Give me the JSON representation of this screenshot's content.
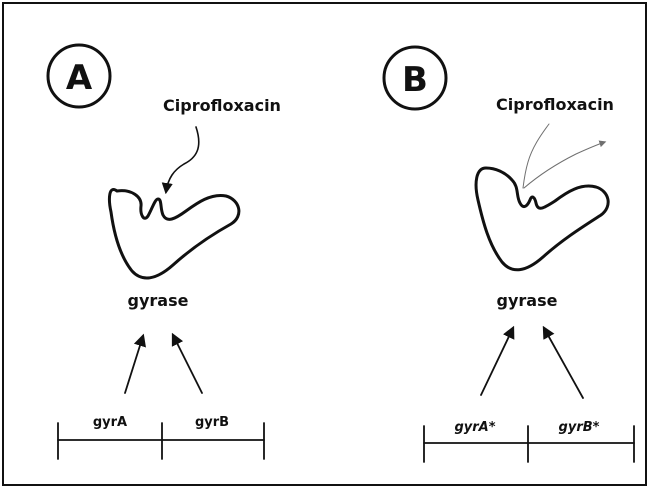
{
  "panels": {
    "a": {
      "label": "A",
      "drug": "Ciprofloxacin",
      "enzyme": "gyrase",
      "gene1": "gyrA",
      "gene2": "gyrB"
    },
    "b": {
      "label": "B",
      "drug": "Ciprofloxacin",
      "enzyme": "gyrase",
      "gene1": "gyrA*",
      "gene2": "gyrB*"
    }
  }
}
